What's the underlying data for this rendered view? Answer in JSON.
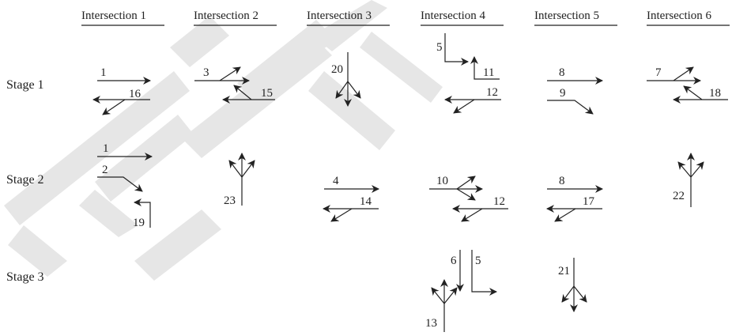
{
  "headers": [
    "Intersection 1",
    "Intersection 2",
    "Intersection 3",
    "Intersection 4",
    "Intersection 5",
    "Intersection 6"
  ],
  "stages": [
    "Stage 1",
    "Stage 2",
    "Stage 3"
  ],
  "watermark": "RE",
  "movement_labels": {
    "m1_s1": "1",
    "m16": "16",
    "m3": "3",
    "m15": "15",
    "m20": "20",
    "m5_s1": "5",
    "m11": "11",
    "m12_s1": "12",
    "m8_s1": "8",
    "m9": "9",
    "m7": "7",
    "m18": "18",
    "m1_s2": "1",
    "m2": "2",
    "m19": "19",
    "m23": "23",
    "m4": "4",
    "m14": "14",
    "m10": "10",
    "m12_s2": "12",
    "m8_s2": "8",
    "m17": "17",
    "m22": "22",
    "m6": "6",
    "m5_s3": "5",
    "m13": "13",
    "m21": "21"
  },
  "colors": {
    "ink": "#222222",
    "watermark": "#e6e6e6"
  }
}
